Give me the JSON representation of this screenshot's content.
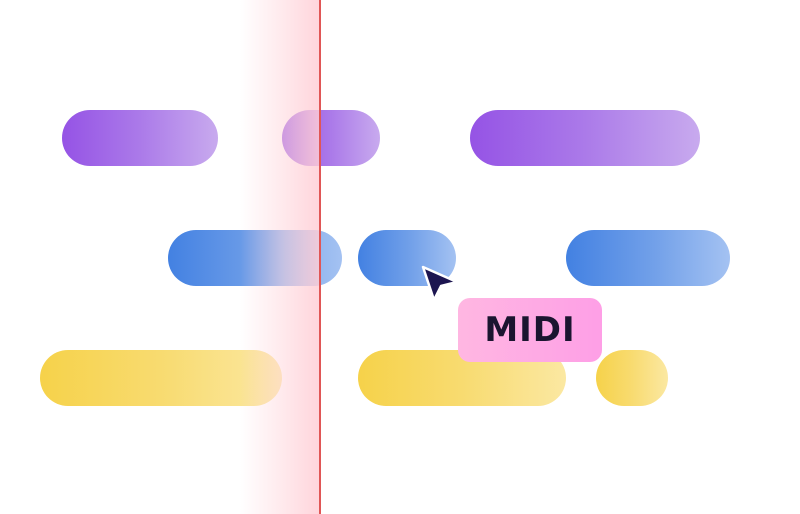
{
  "colors": {
    "purple_clip": "#9553e5",
    "blue_clip": "#4381e2",
    "yellow_clip": "#f6d24a",
    "playhead": "#e05656",
    "tag_background": "#fe9fe6",
    "tag_text": "#1b1530",
    "cursor": "#1c1550"
  },
  "tracks": [
    {
      "color": "purple",
      "clip_count": 3
    },
    {
      "color": "blue",
      "clip_count": 3
    },
    {
      "color": "yellow",
      "clip_count": 3
    }
  ],
  "cursor": {
    "icon": "arrow-pointer-icon"
  },
  "tag": {
    "label": "MIDI"
  }
}
